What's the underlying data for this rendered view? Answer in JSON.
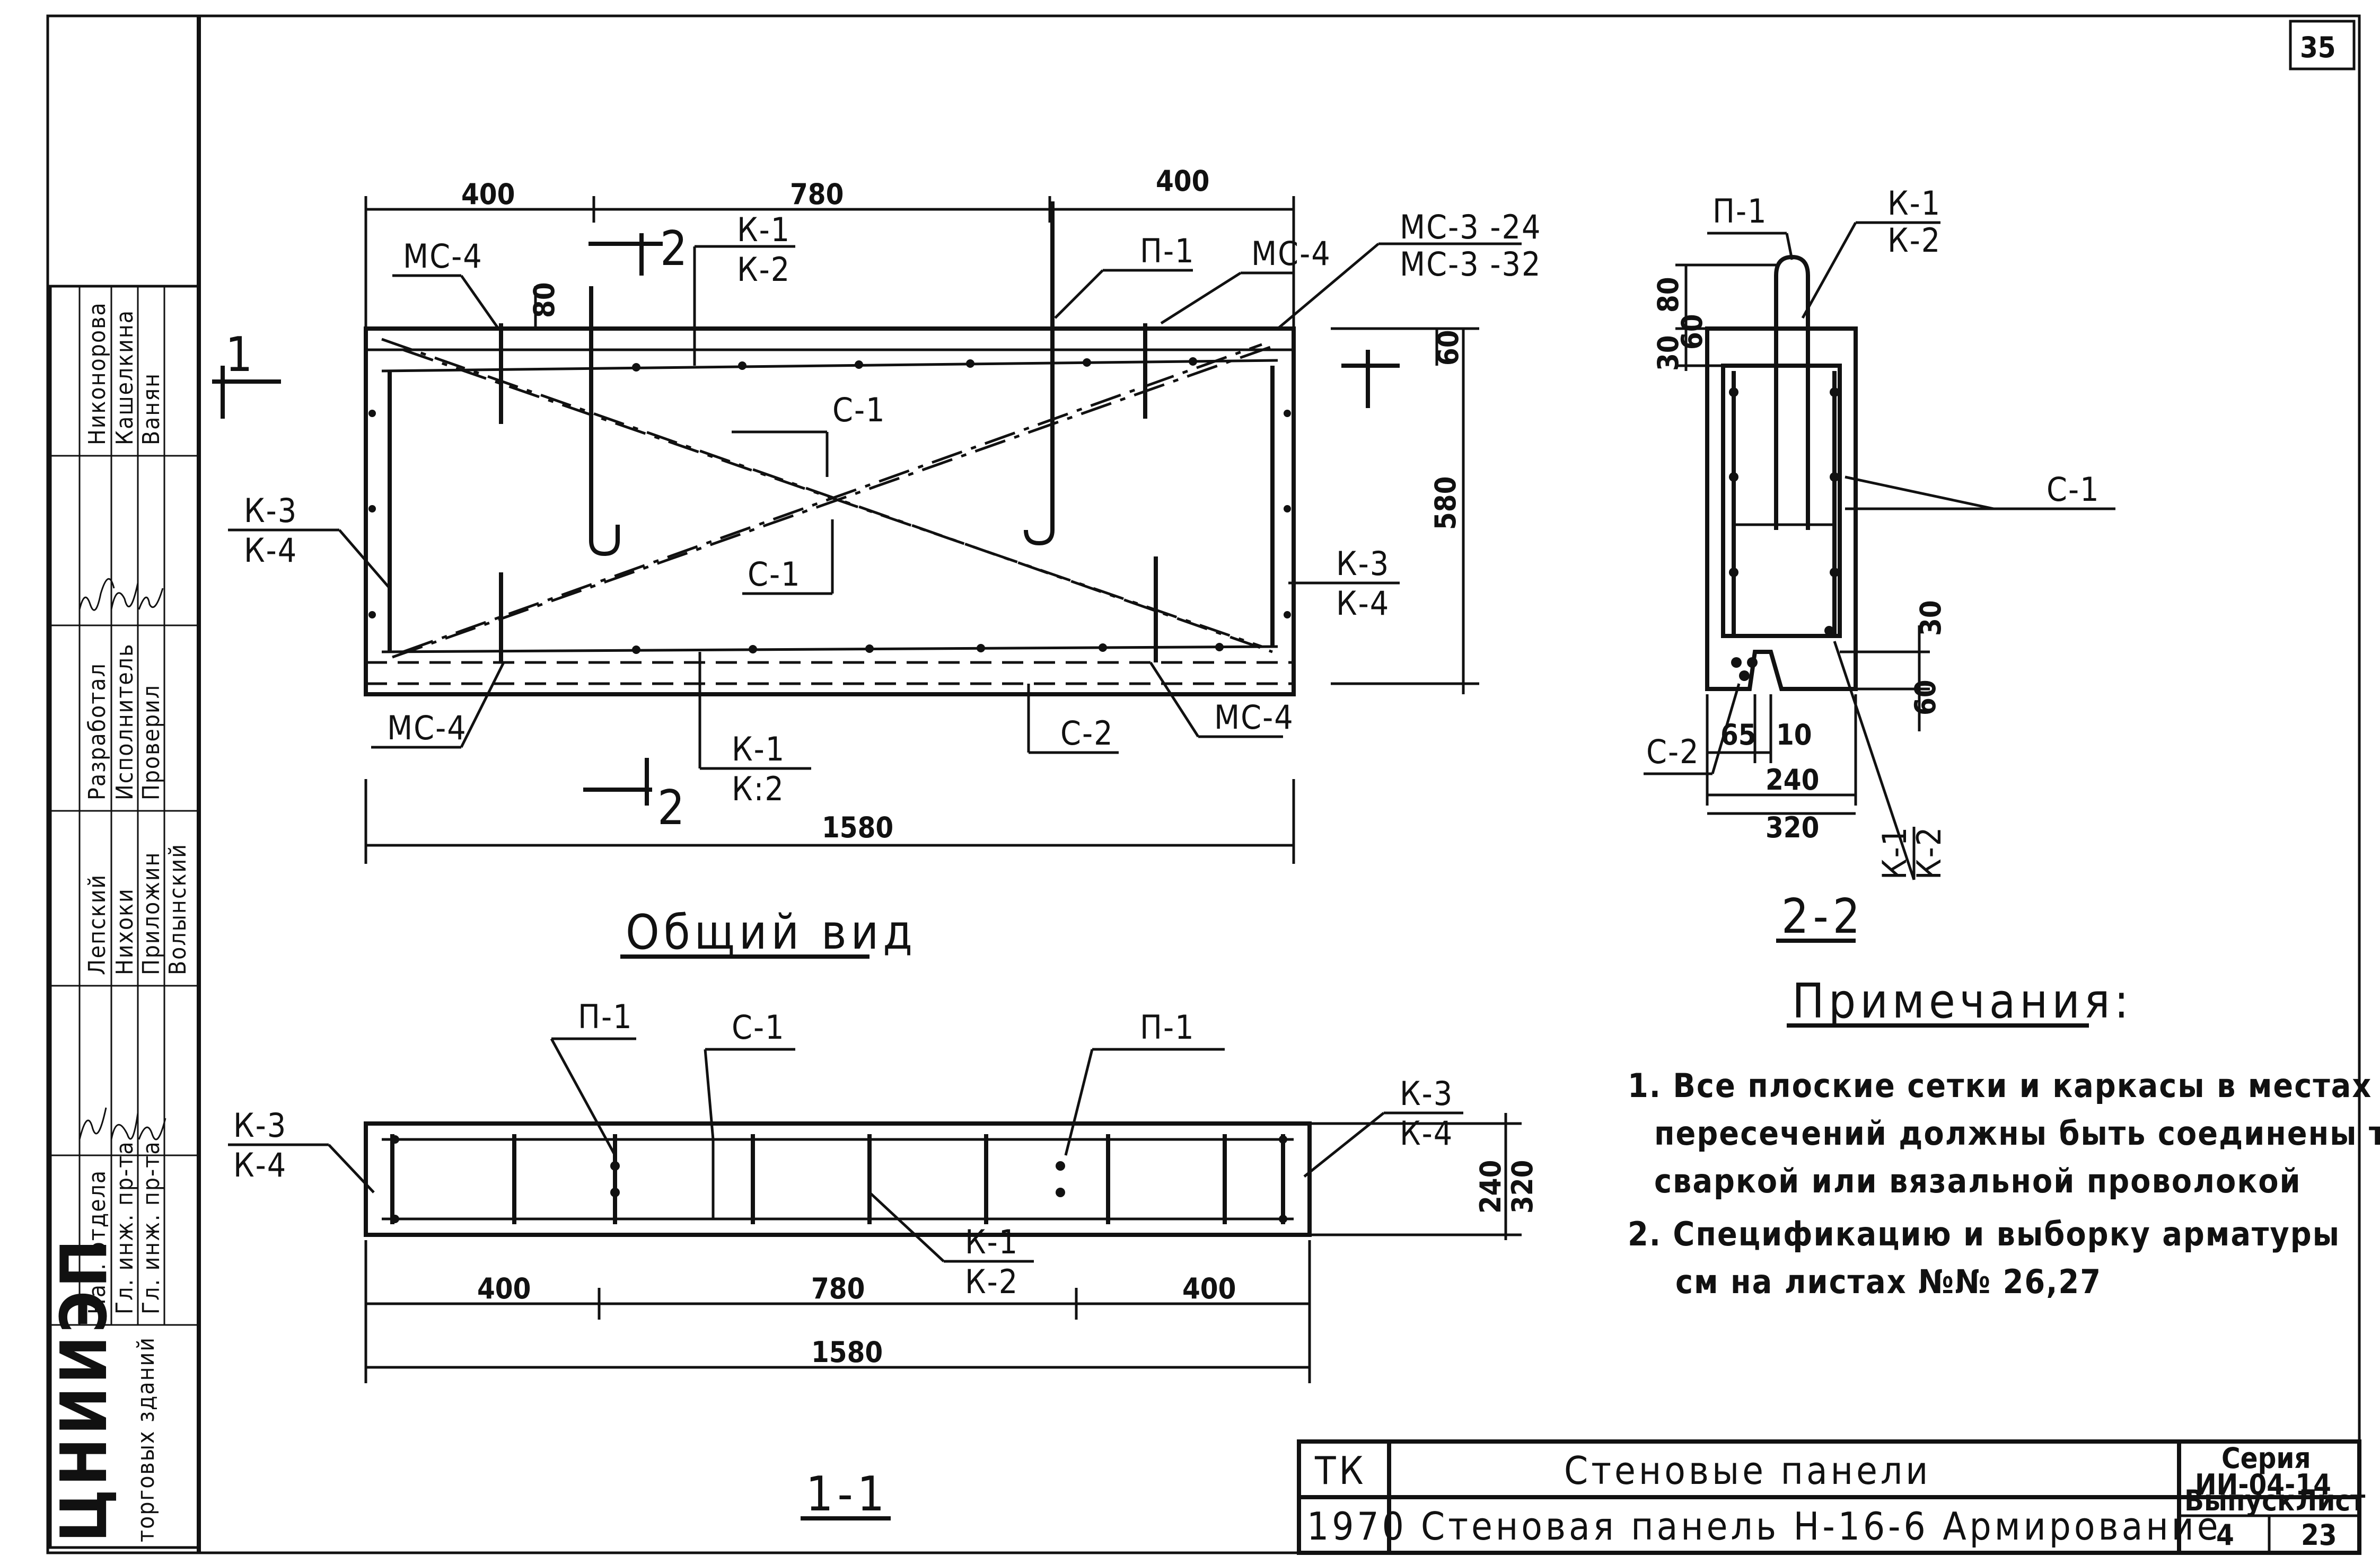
{
  "sheet_number": "35",
  "main_view": {
    "dims_top": [
      "400",
      "780",
      "400"
    ],
    "dim_total": "1580",
    "dim_height": "580",
    "dim_60": "60",
    "dim_80": "80",
    "labels": {
      "ms4": "МС-4",
      "ms3_24": "МС-3 -24",
      "ms3_32": "МС-3 -32",
      "k1": "К-1",
      "k2": "К-2",
      "k2_alt": "К:2",
      "p1": "П-1",
      "c1": "С-1",
      "c2": "С-2",
      "k3": "К-3",
      "k4": "К-4"
    },
    "section_marks": {
      "s1": "1",
      "s2": "2"
    },
    "title": "Общий вид"
  },
  "section_2_2": {
    "labels": {
      "p1": "П-1",
      "k1": "К-1",
      "k2": "К-2",
      "c1": "С-1",
      "c2": "С-2"
    },
    "dims_left": [
      "80",
      "30",
      "60"
    ],
    "dim_right_30": "30",
    "dim_right_60": "60",
    "dim_65": "65",
    "dim_10": "10",
    "dim_240": "240",
    "dim_320": "320",
    "title": "2-2"
  },
  "section_1_1": {
    "labels": {
      "p1": "П-1",
      "c1": "С-1",
      "k3": "К-3",
      "k4": "К-4",
      "k1": "К-1",
      "k2": "К-2"
    },
    "dims_bottom": [
      "400",
      "780",
      "400"
    ],
    "dim_total": "1580",
    "dim_240": "240",
    "dim_320": "320",
    "title": "1-1"
  },
  "notes": {
    "heading": "Примечания:",
    "items": [
      "1. Все плоские сетки и каркасы в местах",
      "пересечений должны быть соединены точечной",
      "сваркой или вязальной проволокой",
      "2. Спецификацию и выборку арматуры",
      "см на листах №№ 26,27"
    ]
  },
  "title_block": {
    "code": "ТК",
    "year": "1970",
    "title": "Стеновые панели",
    "subtitle": "Стеновая панель Н-16-6 Армирование",
    "series_label": "Серия",
    "series": "ИИ-04-14",
    "issue_label": "Выпуск",
    "issue": "4",
    "sheet_label": "Лист",
    "sheet": "23"
  },
  "side_stamp": {
    "org": "ЦНИИЭП",
    "org_sub": "торговых зданий",
    "roles": [
      "Нач. отдела",
      "Гл. инж. пр-та",
      "Гл. инж. пр-та"
    ],
    "names_a": [
      "Лепский",
      "Нихоки",
      "Приложин",
      "Волынский"
    ],
    "roles_b": [
      "Разработал",
      "Исполнитель",
      "Проверил"
    ],
    "names_b": [
      "Никонорова",
      "Кашелкина",
      "Ванян"
    ]
  }
}
